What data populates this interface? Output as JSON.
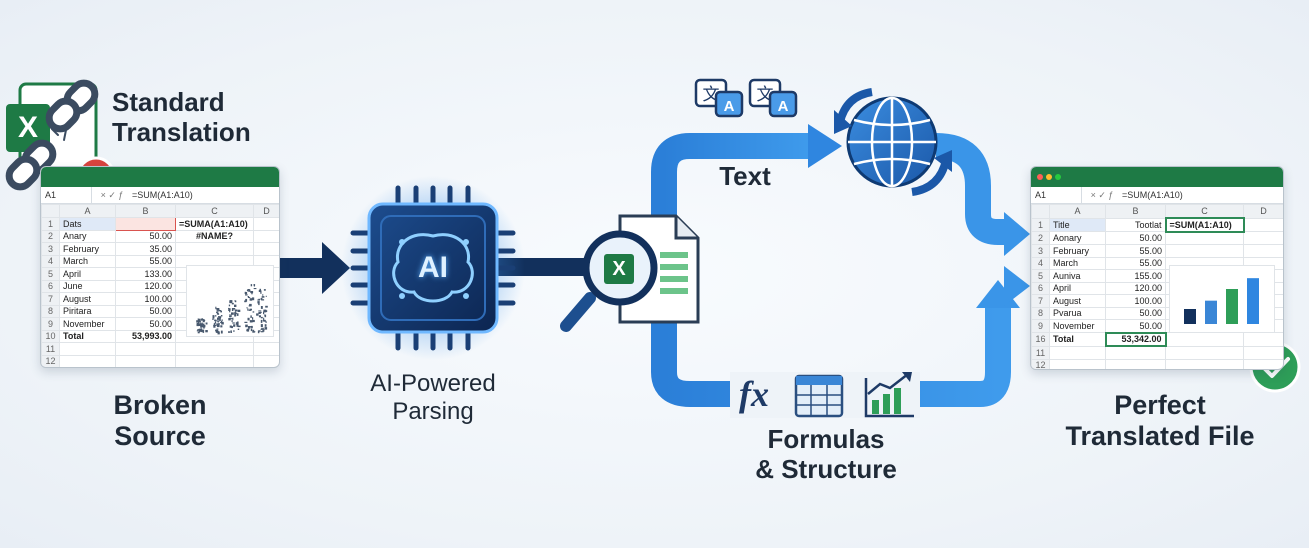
{
  "labels": {
    "standard_translation_line1": "Standard",
    "standard_translation_line2": "Translation",
    "broken_source_line1": "Broken",
    "broken_source_line2": "Source",
    "ai_parsing_line1": "AI-Powered",
    "ai_parsing_line2": "Parsing",
    "text": "Text",
    "formulas_line1": "Formulas",
    "formulas_line2": "& Structure",
    "perfect_line1": "Perfect",
    "perfect_line2": "Translated File"
  },
  "chip": {
    "text": "AI"
  },
  "excel_letter": "X",
  "fx_symbol": "fx",
  "icons": [
    "excel-icon",
    "broken-chain-icon",
    "error-x-icon",
    "ai-chip-icon",
    "magnifier-icon",
    "translate-icon",
    "globe-icon",
    "formula-icon",
    "table-icon",
    "chart-icon",
    "check-icon"
  ],
  "colors": {
    "excel_green": "#1e7a45",
    "flow_blue": "#2f86e0",
    "navy": "#12305c",
    "error_red": "#d9443e",
    "success_green": "#2e9e58"
  },
  "broken_sheet": {
    "cell_ref": "A1",
    "formula_bar": "=SUM(A1:A10)",
    "columns": [
      "A",
      "B",
      "C",
      "D"
    ],
    "row_numbers": [
      "1",
      "2",
      "3",
      "4",
      "5",
      "6",
      "7",
      "8",
      "9",
      "10",
      "11",
      "12"
    ],
    "rows": [
      [
        "Dats",
        "",
        "=SUMA(A1:A10)"
      ],
      [
        "Anary",
        "50.00",
        "#NAME?"
      ],
      [
        "February",
        "35.00",
        ""
      ],
      [
        "March",
        "55.00",
        ""
      ],
      [
        "April",
        "133.00",
        ""
      ],
      [
        "June",
        "120.00",
        ""
      ],
      [
        "August",
        "100.00",
        ""
      ],
      [
        "Piritara",
        "50.00",
        ""
      ],
      [
        "November",
        "50.00",
        ""
      ],
      [
        "Total",
        "53,993.00",
        ""
      ],
      [
        "",
        "",
        ""
      ],
      [
        "",
        "",
        ""
      ]
    ]
  },
  "perfect_sheet": {
    "cell_ref": "A1",
    "formula_bar": "=SUM(A1:A10)",
    "columns": [
      "A",
      "B",
      "C",
      "D"
    ],
    "row_numbers": [
      "1",
      "2",
      "3",
      "4",
      "5",
      "6",
      "7",
      "8",
      "9",
      "16",
      "11",
      "12"
    ],
    "rows": [
      [
        "Title",
        "Tootlat",
        "=SUM(A1:A10)"
      ],
      [
        "Aonary",
        "50.00",
        ""
      ],
      [
        "February",
        "55.00",
        ""
      ],
      [
        "March",
        "55.00",
        ""
      ],
      [
        "Auniva",
        "155.00",
        ""
      ],
      [
        "April",
        "120.00",
        ""
      ],
      [
        "August",
        "100.00",
        ""
      ],
      [
        "Pvarua",
        "50.00",
        ""
      ],
      [
        "November",
        "50.00",
        ""
      ],
      [
        "Total",
        "53,342.00",
        ""
      ],
      [
        "",
        "",
        ""
      ],
      [
        "",
        "",
        ""
      ]
    ],
    "mini_chart_values": [
      1.8,
      2.8,
      4.2,
      5.5
    ]
  }
}
